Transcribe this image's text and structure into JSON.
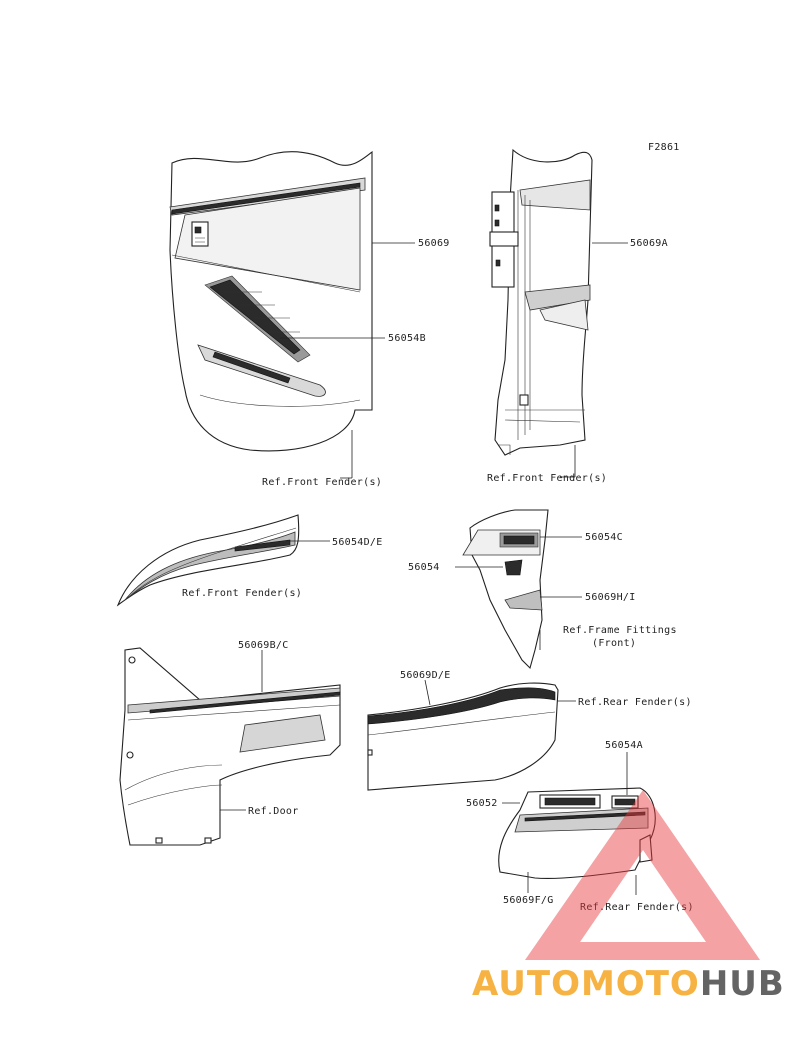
{
  "figure_id": "F2861",
  "parts": {
    "p56069": "56069",
    "p56069A": "56069A",
    "p56054B": "56054B",
    "p56054DE": "56054D/E",
    "p56054C": "56054C",
    "p56054": "56054",
    "p56069HI": "56069H/I",
    "p56069BC": "56069B/C",
    "p56069DE": "56069D/E",
    "p56054A": "56054A",
    "p56052": "56052",
    "p56069FG": "56069F/G"
  },
  "references": {
    "front_fender_1": "Ref.Front Fender(s)",
    "front_fender_2": "Ref.Front Fender(s)",
    "front_fender_3": "Ref.Front Fender(s)",
    "frame_fittings_line1": "Ref.Frame Fittings",
    "frame_fittings_line2": "(Front)",
    "rear_fender_1": "Ref.Rear Fender(s)",
    "rear_fender_2": "Ref.Rear Fender(s)",
    "door": "Ref.Door"
  },
  "watermark": {
    "text_part1": "AUTOMOTO",
    "text_part2": "HUB",
    "color_part1": "#f5a623",
    "color_part2": "#4a4a4a",
    "triangle_color": "#e8383d"
  }
}
